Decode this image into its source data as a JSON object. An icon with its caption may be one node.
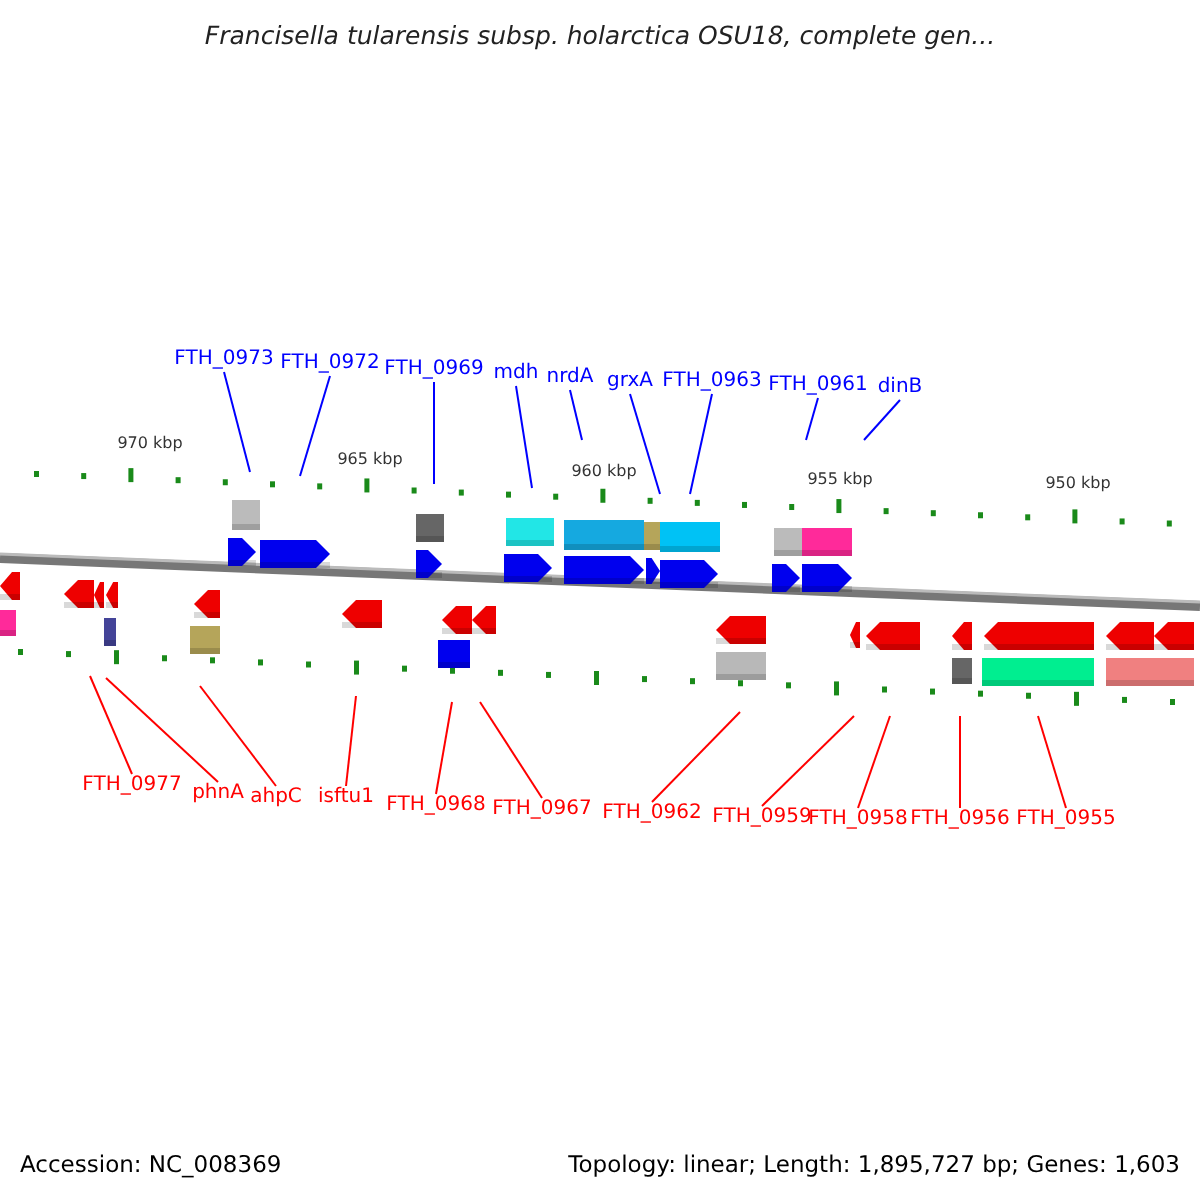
{
  "diagram": {
    "title": "Francisella tularensis subsp. holarctica OSU18, complete gen...",
    "nodes": [
      {
        "text": [
          "FTH_0973"
        ]
      },
      {
        "text": [
          "FTH_0972"
        ]
      },
      {
        "text": [
          "FTH_0969"
        ]
      },
      {
        "text": [
          "mdh"
        ]
      },
      {
        "text": [
          "nrdA"
        ]
      },
      {
        "text": [
          "grxA"
        ]
      },
      {
        "text": [
          "FTH_0963"
        ]
      },
      {
        "text": [
          "FTH_0961"
        ]
      },
      {
        "text": [
          "dinB"
        ]
      },
      {
        "text": [
          "FTH_0977"
        ]
      },
      {
        "text": [
          "phnA"
        ]
      },
      {
        "text": [
          "ahpC"
        ]
      },
      {
        "text": [
          "isftu1"
        ]
      },
      {
        "text": [
          "FTH_0968"
        ]
      },
      {
        "text": [
          "FTH_0967"
        ]
      },
      {
        "text": [
          "FTH_0962"
        ]
      },
      {
        "text": [
          "FTH_0959"
        ]
      },
      {
        "text": [
          "FTH_0958"
        ]
      },
      {
        "text": [
          "FTH_0956"
        ]
      },
      {
        "text": [
          "FTH_0955"
        ]
      }
    ],
    "edges": [
      {
        "from": 0,
        "to": null,
        "arrow": "none",
        "color": "#0000ff"
      },
      {
        "from": 1,
        "to": null,
        "arrow": "none",
        "color": "#0000ff"
      },
      {
        "from": 2,
        "to": null,
        "arrow": "none",
        "color": "#0000ff"
      },
      {
        "from": 3,
        "to": null,
        "arrow": "none",
        "color": "#0000ff"
      },
      {
        "from": 4,
        "to": null,
        "arrow": "none",
        "color": "#0000ff"
      },
      {
        "from": 5,
        "to": null,
        "arrow": "none",
        "color": "#0000ff"
      },
      {
        "from": 6,
        "to": null,
        "arrow": "none",
        "color": "#0000ff"
      },
      {
        "from": 7,
        "to": null,
        "arrow": "none",
        "color": "#0000ff"
      },
      {
        "from": 8,
        "to": null,
        "arrow": "none",
        "color": "#0000ff"
      },
      {
        "from": 9,
        "to": null,
        "arrow": "none",
        "color": "#ff0000"
      },
      {
        "from": 10,
        "to": null,
        "arrow": "none",
        "color": "#ff0000"
      },
      {
        "from": 11,
        "to": null,
        "arrow": "none",
        "color": "#ff0000"
      },
      {
        "from": 12,
        "to": null,
        "arrow": "none",
        "color": "#ff0000"
      },
      {
        "from": 13,
        "to": null,
        "arrow": "none",
        "color": "#ff0000"
      },
      {
        "from": 14,
        "to": null,
        "arrow": "none",
        "color": "#ff0000"
      },
      {
        "from": 15,
        "to": null,
        "arrow": "none",
        "color": "#ff0000"
      },
      {
        "from": 16,
        "to": null,
        "arrow": "none",
        "color": "#ff0000"
      },
      {
        "from": 17,
        "to": null,
        "arrow": "none",
        "color": "#ff0000"
      },
      {
        "from": 18,
        "to": null,
        "arrow": "none",
        "color": "#ff0000"
      },
      {
        "from": 19,
        "to": null,
        "arrow": "none",
        "color": "#ff0000"
      }
    ],
    "labels": [
      "970 kbp",
      "965 kbp",
      "960 kbp",
      "955 kbp",
      "950 kbp",
      "Accession: NC_008369",
      "Topology: linear; Length: 1,895,727 bp; Genes: 1,603"
    ]
  }
}
